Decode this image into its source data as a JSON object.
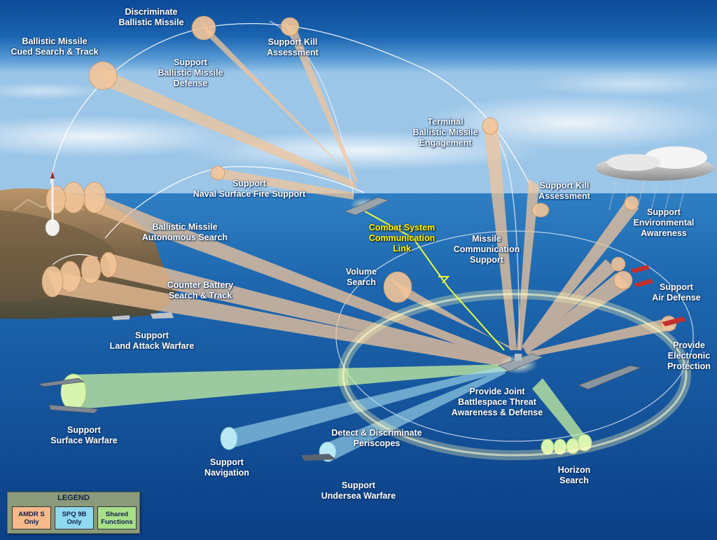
{
  "labels": {
    "discriminate_bm": [
      "Discriminate",
      "Ballistic Missile"
    ],
    "bm_cued_search": [
      "Ballistic Missile",
      "Cued Search & Track"
    ],
    "support_bmd": [
      "Support",
      "Ballistic Missile",
      "Defense"
    ],
    "support_kill_top": [
      "Support Kill",
      "Assessment"
    ],
    "terminal_bm": [
      "Terminal",
      "Ballistic Missile",
      "Engagement"
    ],
    "support_kill_right": [
      "Support Kill",
      "Assessment"
    ],
    "naval_surface_fire": [
      "Support",
      "Naval Surface Fire Support"
    ],
    "combat_system_link": [
      "Combat System",
      "Communication",
      "Link"
    ],
    "bm_autonomous": [
      "Ballistic Missile",
      "Autonomous Search"
    ],
    "missile_comm": [
      "Missile",
      "Communication",
      "Support"
    ],
    "volume_search": [
      "Volume",
      "Search"
    ],
    "support_env": [
      "Support",
      "Environmental",
      "Awareness"
    ],
    "counter_battery": [
      "Counter Battery",
      "Search & Track"
    ],
    "support_air_def": [
      "Support",
      "Air Defense"
    ],
    "land_attack": [
      "Support",
      "Land Attack Warfare"
    ],
    "electronic_prot": [
      "Provide",
      "Electronic",
      "Protection"
    ],
    "joint_battlespace": [
      "Provide Joint",
      "Battlespace Threat",
      "Awareness & Defense"
    ],
    "surface_warfare": [
      "Support",
      "Surface Warfare"
    ],
    "periscopes": [
      "Detect & Discriminate",
      "Periscopes"
    ],
    "navigation": [
      "Support",
      "Navigation"
    ],
    "horizon_search": [
      "Horizon",
      "Search"
    ],
    "undersea_warfare": [
      "Support",
      "Undersea Warfare"
    ]
  },
  "legend": {
    "title": "LEGEND",
    "items": [
      {
        "lines": [
          "AMDR S",
          "Only"
        ],
        "color": "#f5b98a"
      },
      {
        "lines": [
          "SPQ 9B",
          "Only"
        ],
        "color": "#8fd8f0"
      },
      {
        "lines": [
          "Shared",
          "Functions"
        ],
        "color": "#a8e08a"
      }
    ]
  },
  "colors": {
    "amdr_beam": "#f2c59a",
    "spq_beam": "#a8dff0",
    "shared_beam": "#c8f0a0",
    "sky_top": "#0f4d9a",
    "sea": "#0d4a94"
  }
}
